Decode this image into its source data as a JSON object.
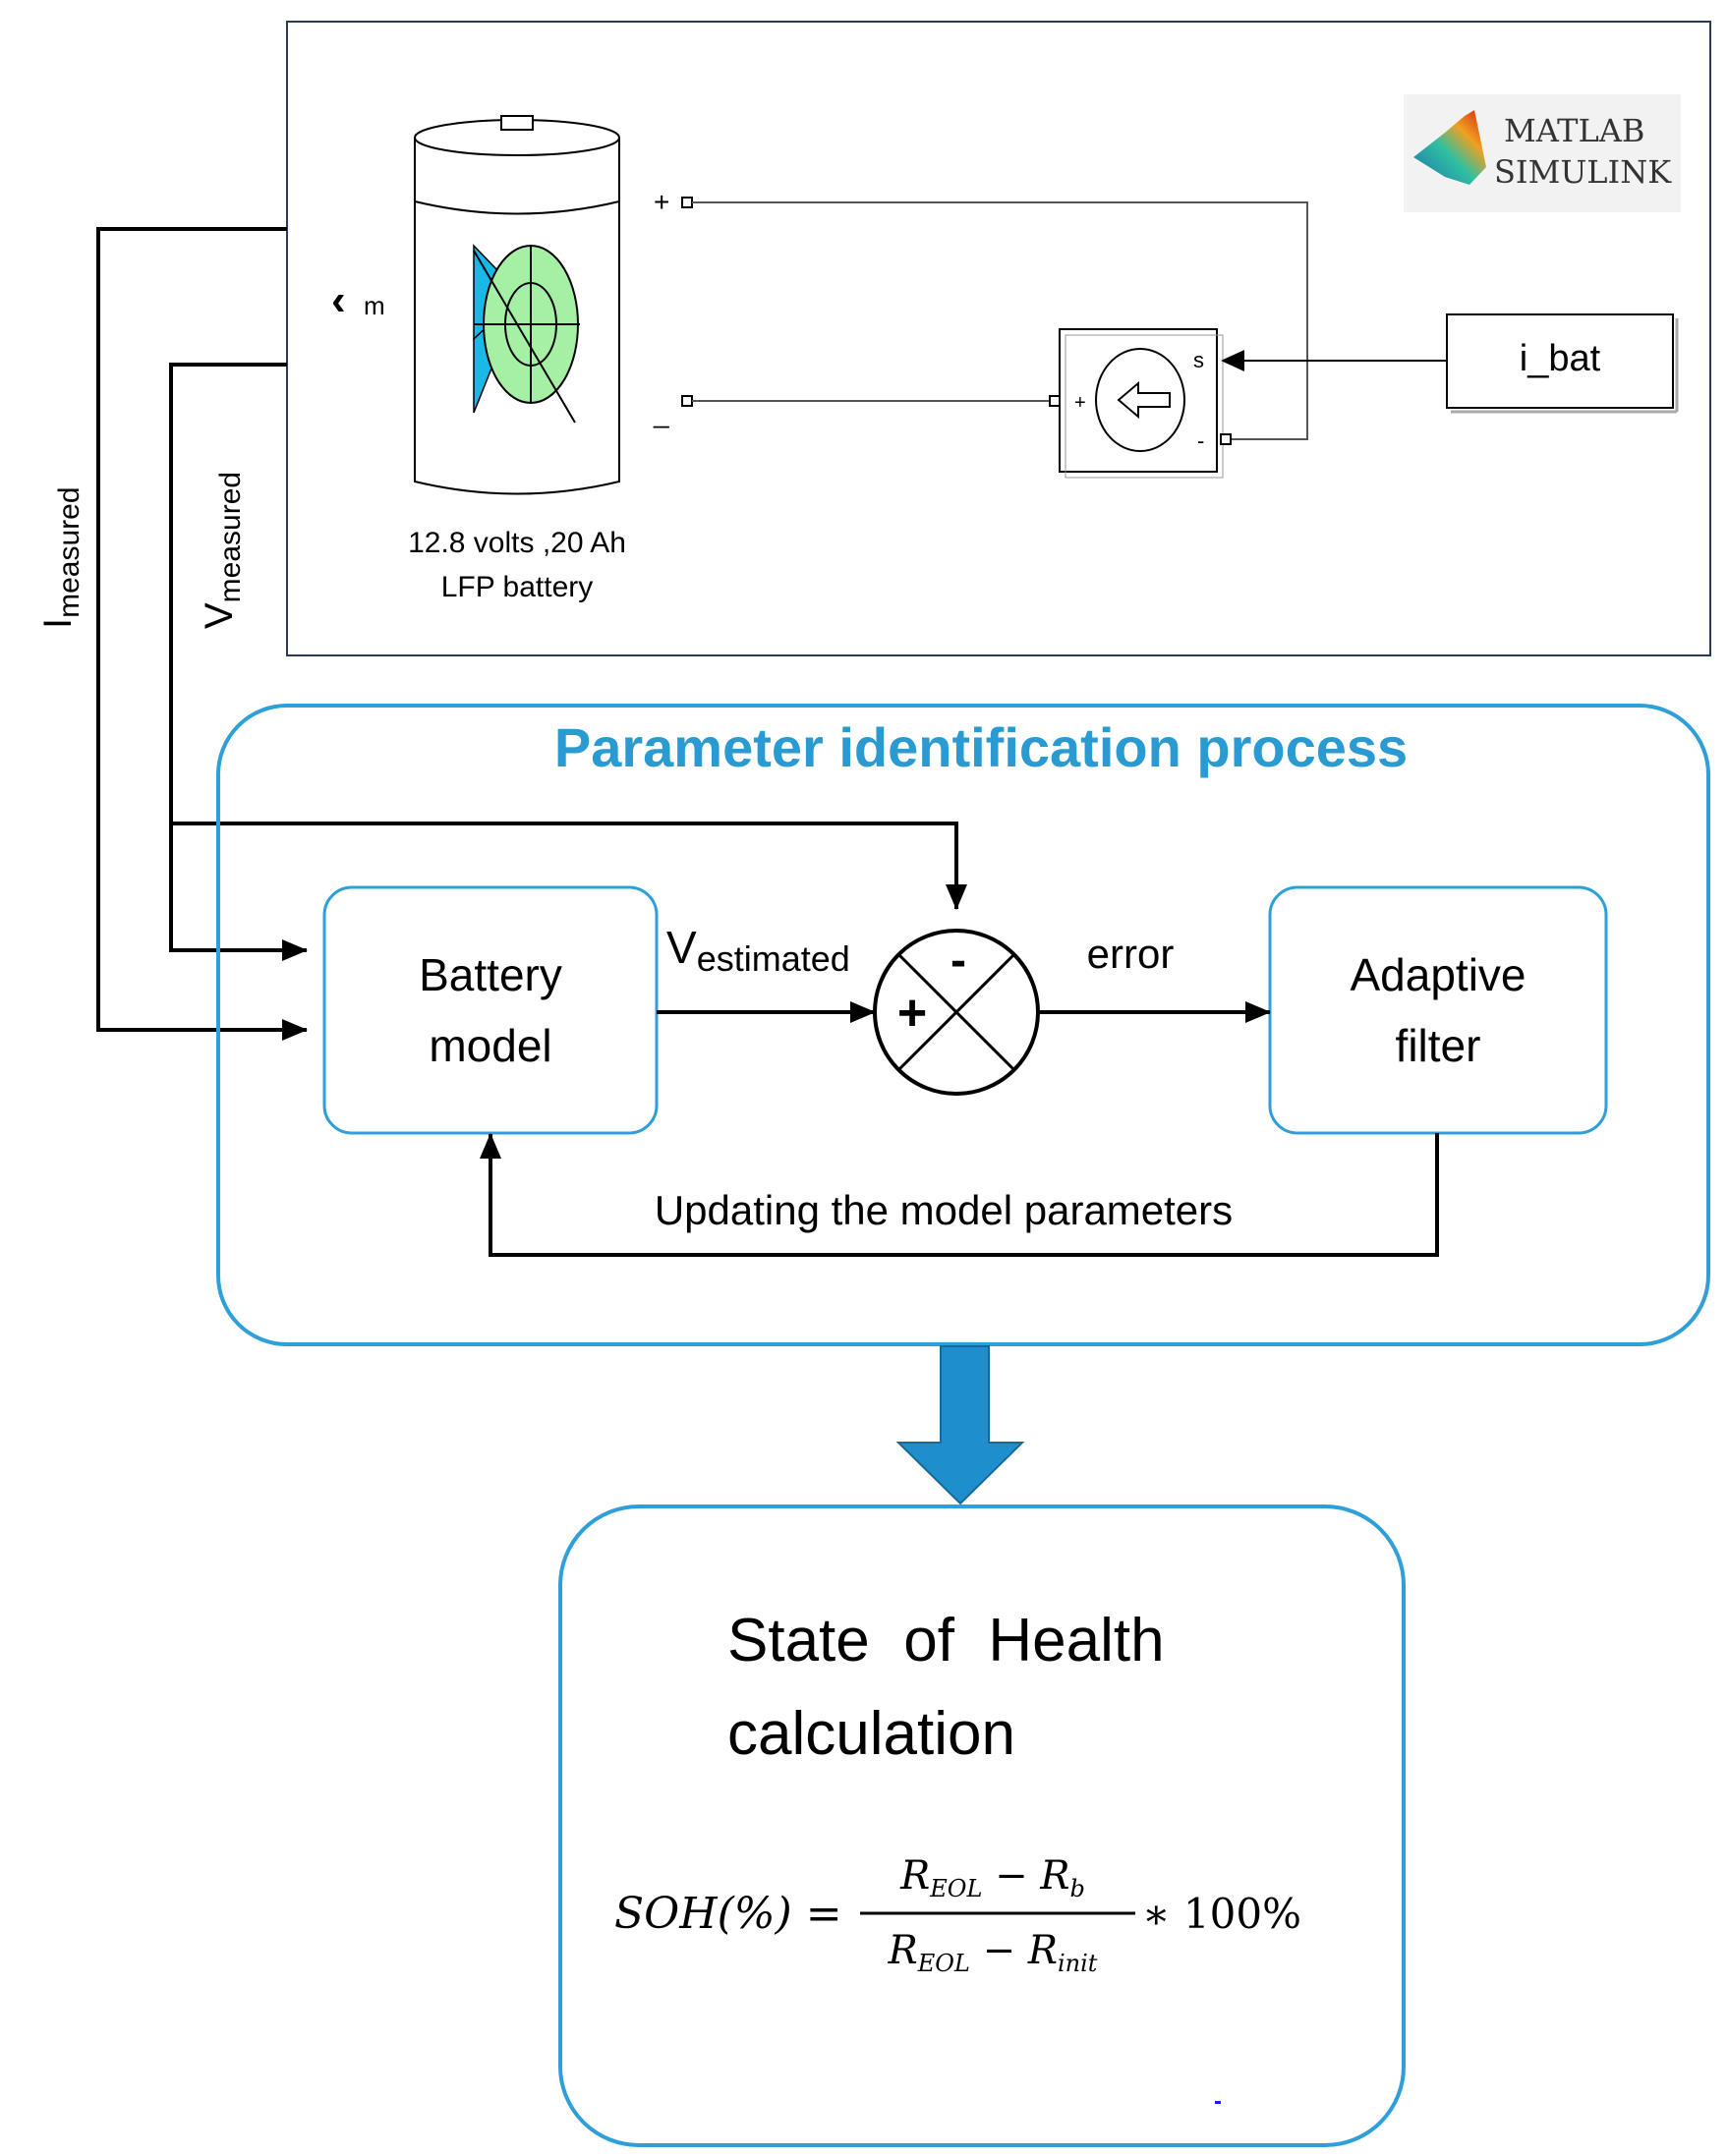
{
  "simulink": {
    "logo_line1": "MATLAB",
    "logo_line2": "SIMULINK",
    "battery_port_plus": "+",
    "battery_port_minus": "_",
    "battery_m_label": "m",
    "battery_caption_line1": "12.8 volts ,20 Ah",
    "battery_caption_line2": "LFP battery",
    "source_s_label": "s",
    "source_plus_label": "+",
    "source_minus_label": "-",
    "ibat_label": "i_bat"
  },
  "signals": {
    "i_main": "I",
    "i_sub": "measured",
    "v_main": "V",
    "v_sub": "measured"
  },
  "process": {
    "title": "Parameter identification process",
    "battery_model_line1": "Battery",
    "battery_model_line2": "model",
    "v_est_main": "V",
    "v_est_sub": "estimated",
    "sum_minus": "-",
    "sum_plus": "+",
    "error_label": "error",
    "adaptive_line1": "Adaptive",
    "adaptive_line2": "filter",
    "update_label": "Updating the model parameters"
  },
  "soh": {
    "title_line1": "State  of  Health",
    "title_line2": "calculation",
    "lhs": "SOH(%) =",
    "num_R1": "R",
    "num_R1_sub": "EOL",
    "num_minus": " − ",
    "num_R2": "R",
    "num_R2_sub": "b",
    "den_R1": "R",
    "den_R1_sub": "EOL",
    "den_minus": " − ",
    "den_R2": "R",
    "den_R2_sub": "init",
    "rhs": "∗ 100%"
  },
  "colors": {
    "process_blue": "#2e9fd8",
    "title_blue": "#2a9ad2",
    "arrow_blue": "#1e8fcc",
    "battery_green": "#a6f0a6",
    "battery_cyan": "#1ab8e6"
  }
}
